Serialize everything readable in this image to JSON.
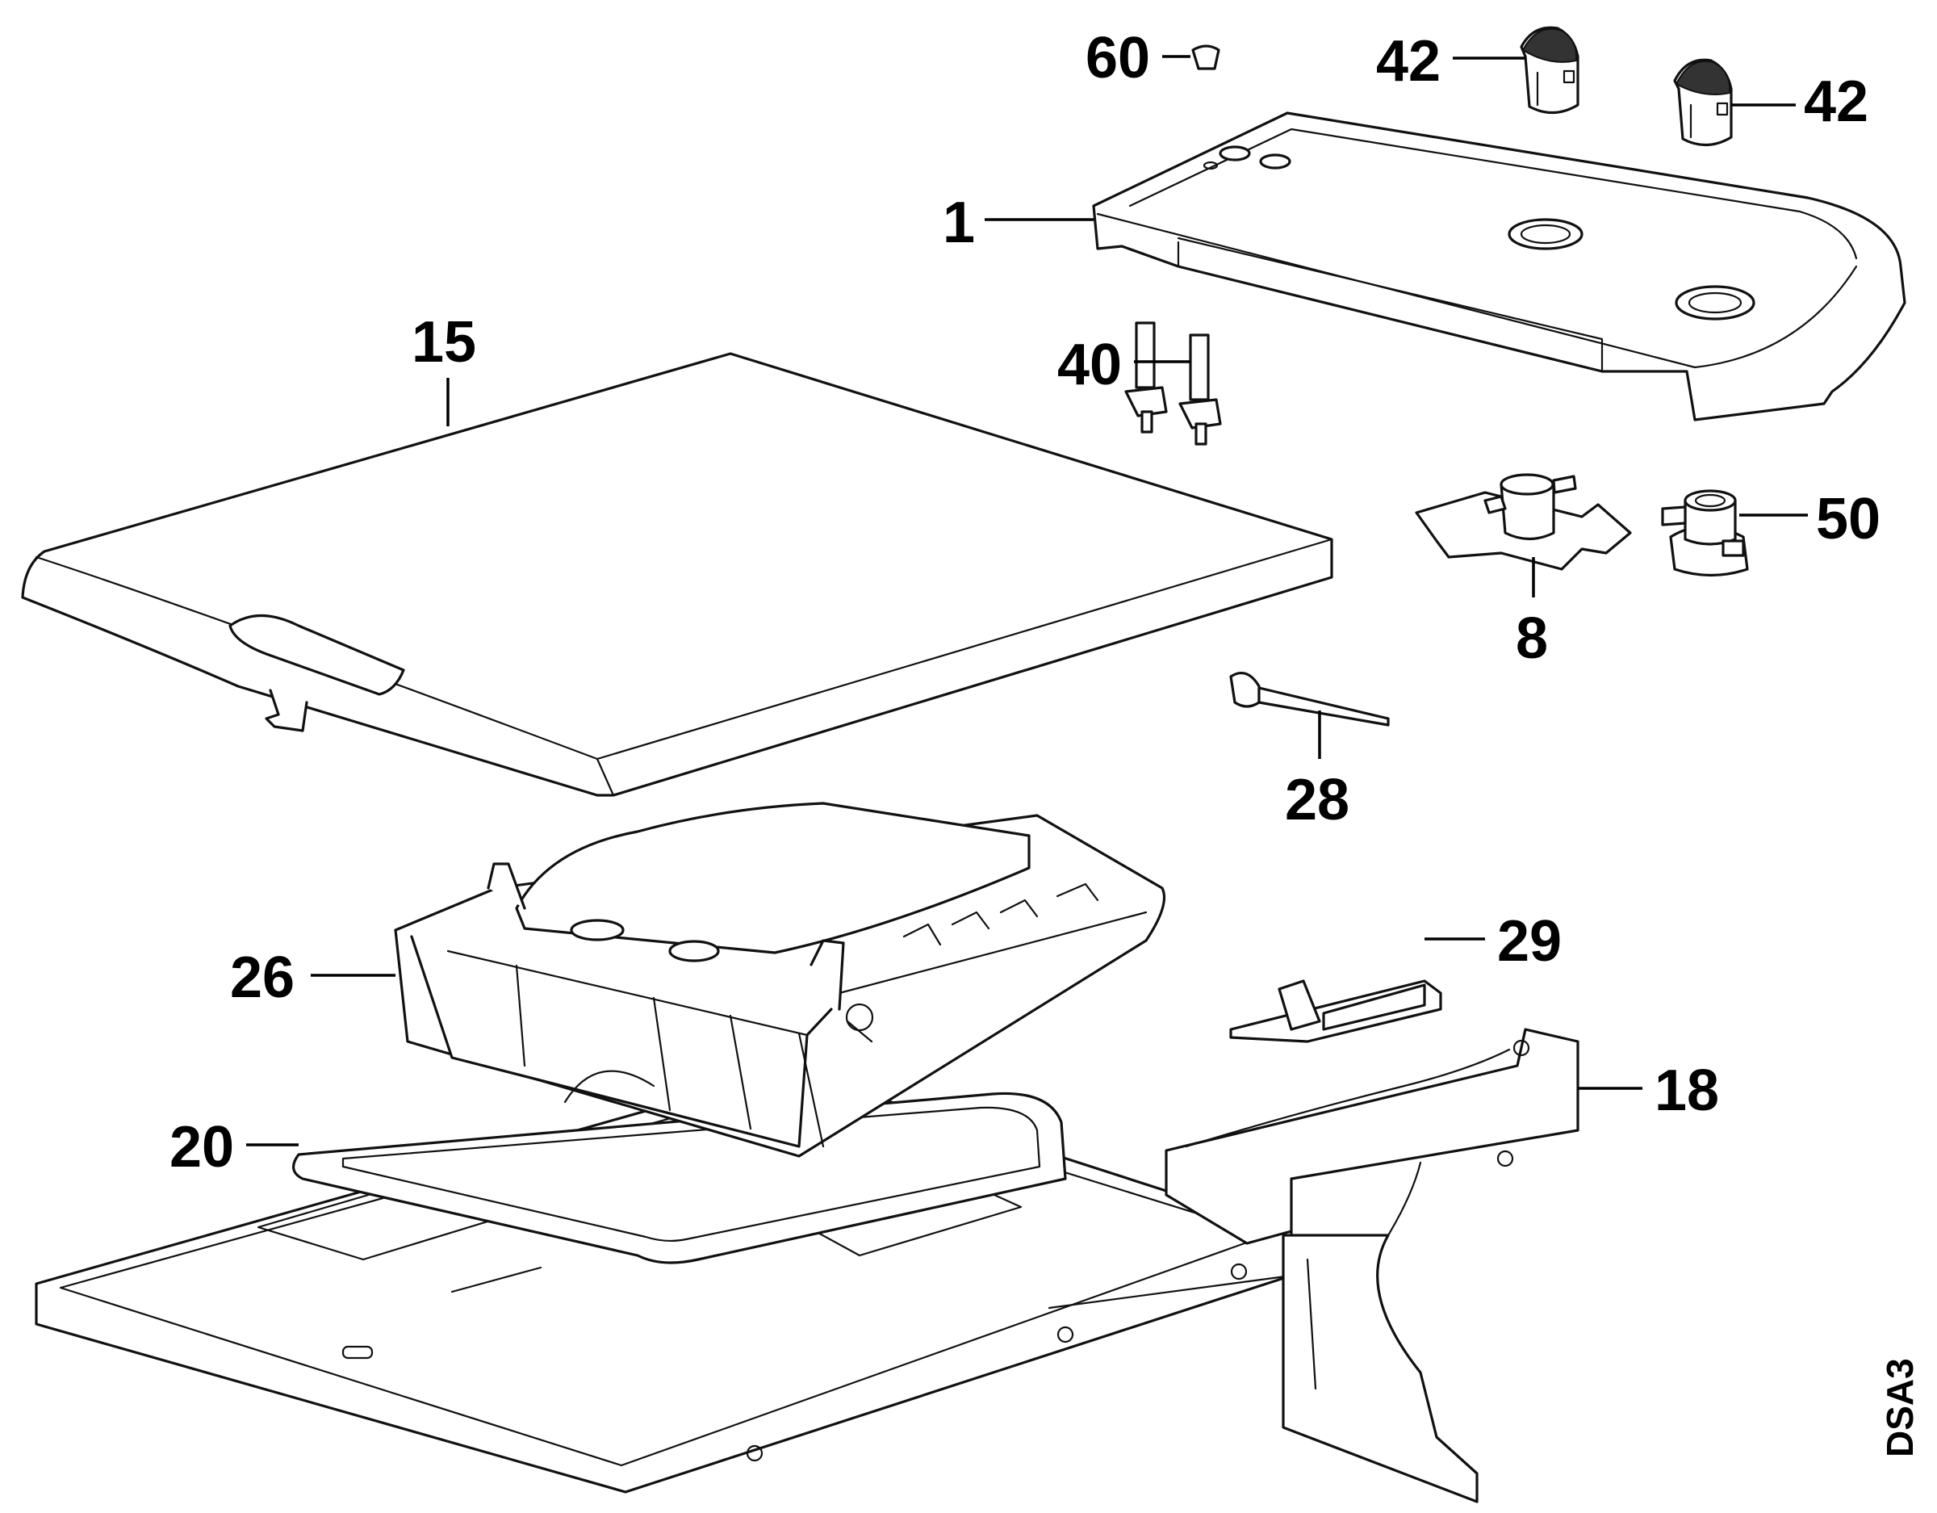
{
  "callouts": {
    "c60": "60",
    "c42a": "42",
    "c42b": "42",
    "c1": "1",
    "c15": "15",
    "c40": "40",
    "c50": "50",
    "c8": "8",
    "c28": "28",
    "c29": "29",
    "c26": "26",
    "c18": "18",
    "c20": "20"
  },
  "drawing_code": "DSA3",
  "colors": {
    "line": "#111111",
    "background": "#ffffff"
  }
}
